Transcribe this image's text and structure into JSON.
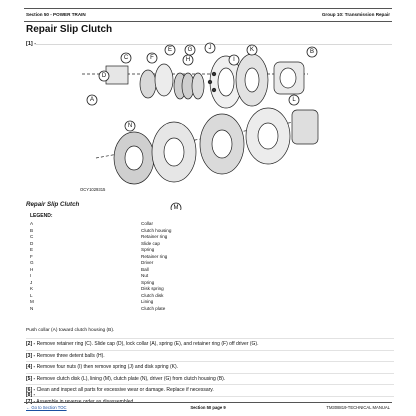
{
  "header": {
    "left": "Section 50 - POWER TRAIN",
    "right": "Group 10: Transmission Repair"
  },
  "title": "Repair Slip Clutch",
  "step1": "[1] -",
  "figure_id": "OCY1029315",
  "subtitle": "Repair Slip Clutch",
  "legend_heading": "LEGEND:",
  "legend": [
    {
      "k": "A",
      "v": "Collar"
    },
    {
      "k": "B",
      "v": "Clutch housing"
    },
    {
      "k": "C",
      "v": "Retainer ring"
    },
    {
      "k": "D",
      "v": "Slide cap"
    },
    {
      "k": "E",
      "v": "Spring"
    },
    {
      "k": "F",
      "v": "Retainer ring"
    },
    {
      "k": "G",
      "v": "Driver"
    },
    {
      "k": "H",
      "v": "Ball"
    },
    {
      "k": "I",
      "v": "Nut"
    },
    {
      "k": "J",
      "v": "Spring"
    },
    {
      "k": "K",
      "v": "Disk spring"
    },
    {
      "k": "L",
      "v": "Clutch disk"
    },
    {
      "k": "M",
      "v": "Lining"
    },
    {
      "k": "N",
      "v": "Clutch plate"
    }
  ],
  "push_text": "Push collar (A) toward clutch housing (B).",
  "steps": [
    {
      "n": "[2] -",
      "t": "Remove retainer ring (C). Slide cap (D), lock collar (A), spring (E), and retainer ring (F) off driver (G)."
    },
    {
      "n": "[3] -",
      "t": "Remove three detent balls (H)."
    },
    {
      "n": "[4] -",
      "t": "Remove four nuts (I) then remove spring (J) and disk spring (K)."
    },
    {
      "n": "[5] -",
      "t": "Remove clutch disk (L), lining (M), clutch plate (N), driver (G) from clutch housing (B)."
    },
    {
      "n": "[6] -",
      "t": "Clean and inspect all parts for excessive wear or damage. Replace if necessary."
    },
    {
      "n": "[7] -",
      "t": "Assemble in reverse order as disassembled."
    },
    {
      "n": "[8] -",
      "t": ""
    }
  ],
  "footer": {
    "left": "← Go to Section TOC",
    "center": "Section 50 page 9",
    "right": "TM308819-TECHNICAL MANUAL"
  },
  "callouts": [
    "A",
    "B",
    "C",
    "D",
    "E",
    "F",
    "G",
    "H",
    "I",
    "J",
    "K",
    "L",
    "M",
    "N"
  ]
}
